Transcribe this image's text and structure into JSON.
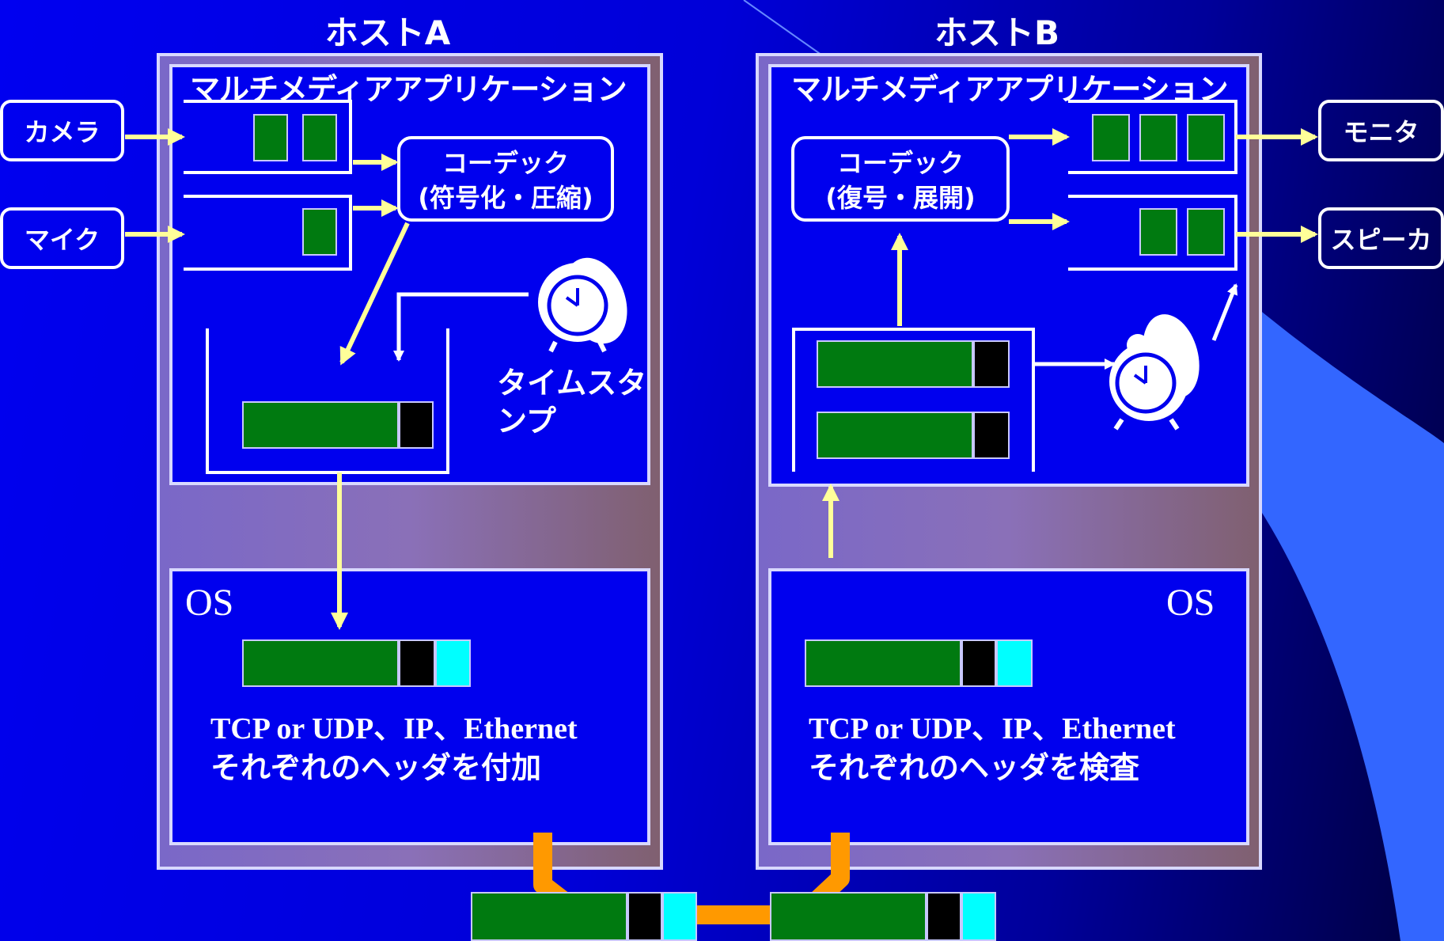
{
  "hosts": {
    "a": {
      "title": "ホストA",
      "app_title": "マルチメディアアプリケーション",
      "codec": [
        "コーデック",
        "(符号化・圧縮)"
      ],
      "os": "OS",
      "proto_line1": "TCP or UDP、IP、Ethernet",
      "proto_line2": "それぞれのヘッダを付加",
      "timestamp": [
        "タイムスタ",
        "ンプ"
      ]
    },
    "b": {
      "title": "ホストB",
      "app_title": "マルチメディアアプリケーション",
      "codec": [
        "コーデック",
        "(復号・展開)"
      ],
      "os": "OS",
      "proto_line1": "TCP or UDP、IP、Ethernet",
      "proto_line2": "それぞれのヘッダを検査"
    }
  },
  "devices": {
    "camera": "カメラ",
    "mic": "マイク",
    "monitor": "モニタ",
    "speaker": "スピーカ"
  },
  "colors": {
    "payload": "#007a10",
    "app_header": "#000000",
    "net_header": "#00ffff",
    "data_arrow": "#ffff99",
    "link": "#ff9900"
  },
  "icons": {
    "timer": "alarm-clock-icon"
  }
}
